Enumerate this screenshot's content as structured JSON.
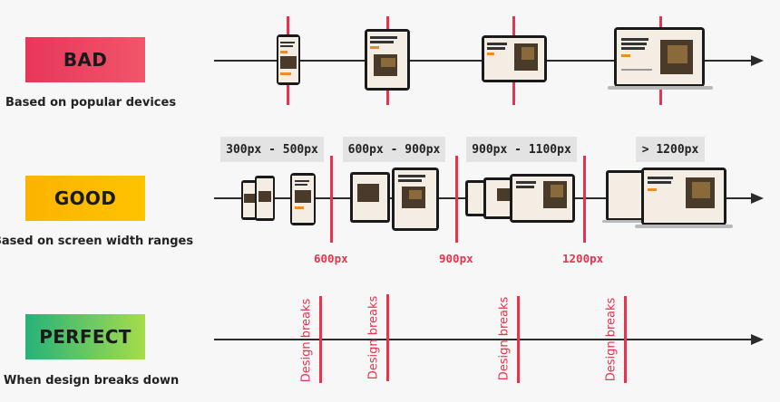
{
  "rows": {
    "bad": {
      "label": "BAD",
      "subtitle": "Based on popular devices"
    },
    "good": {
      "label": "GOOD",
      "subtitle": "Based on screen width ranges"
    },
    "perfect": {
      "label": "PERFECT",
      "subtitle": "When design breaks down"
    }
  },
  "ranges": [
    "300px - 500px",
    "600px - 900px",
    "900px - 1100px",
    "> 1200px"
  ],
  "breakpoints": [
    "600px",
    "900px",
    "1200px"
  ],
  "design_break_label": "Design breaks",
  "colors": {
    "accent": "#e6334e",
    "axis": "#2b2b2b",
    "range_bg": "#e3e3e3"
  }
}
